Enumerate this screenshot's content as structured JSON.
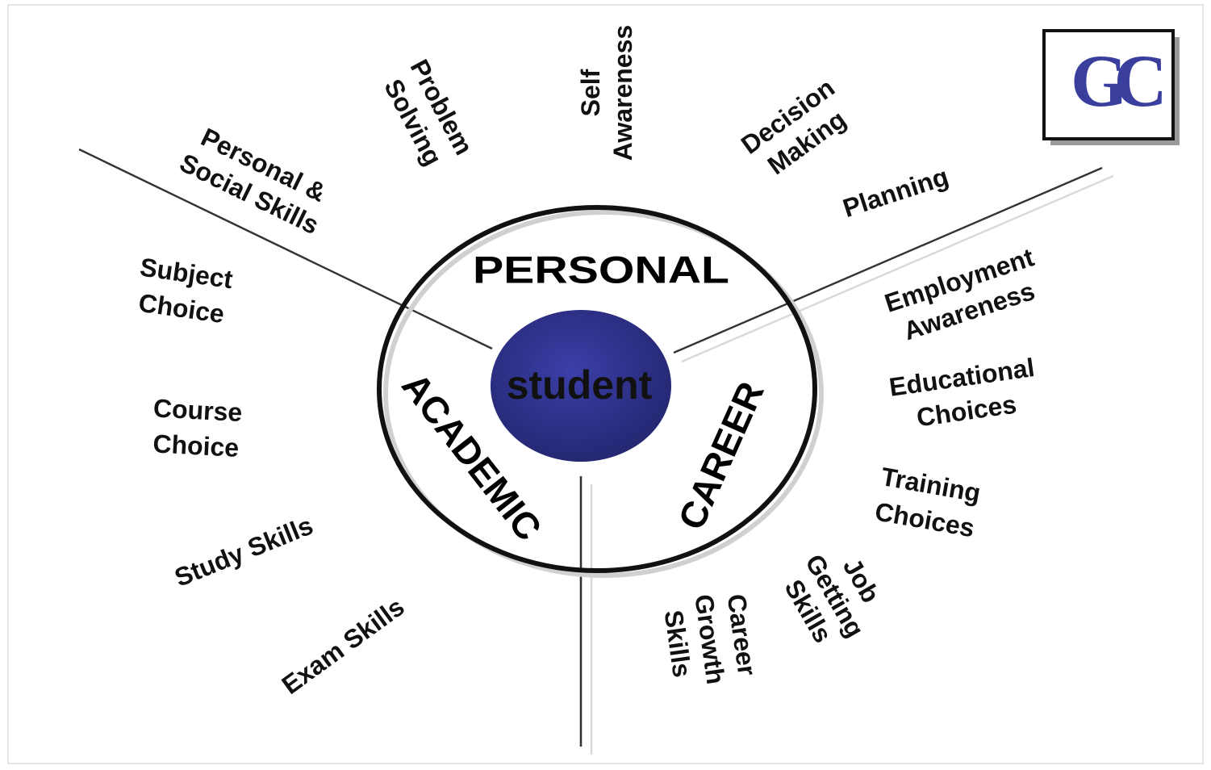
{
  "center": {
    "label": "student",
    "fill": "#2e3191"
  },
  "areas": {
    "personal": "PERSONAL",
    "academic": "ACADEMIC",
    "career": "CAREER"
  },
  "logo": {
    "letters": "GC",
    "color": "#3a3f9e"
  },
  "personal_items": [
    {
      "lines": [
        "Personal &",
        "Social Skills"
      ]
    },
    {
      "lines": [
        "Problem",
        "Solving"
      ]
    },
    {
      "lines": [
        "Self",
        "Awareness"
      ]
    },
    {
      "lines": [
        "Decision",
        "Making"
      ]
    },
    {
      "lines": [
        "Planning"
      ]
    }
  ],
  "academic_items": [
    {
      "lines": [
        "Subject",
        "Choice"
      ]
    },
    {
      "lines": [
        "Course",
        "Choice"
      ]
    },
    {
      "lines": [
        "Study Skills"
      ]
    },
    {
      "lines": [
        "Exam Skills"
      ]
    }
  ],
  "career_items": [
    {
      "lines": [
        "Employment",
        "Awareness"
      ]
    },
    {
      "lines": [
        "Educational",
        "Choices"
      ]
    },
    {
      "lines": [
        "Training",
        "Choices"
      ]
    },
    {
      "lines": [
        "Job",
        "Getting",
        "Skills"
      ]
    },
    {
      "lines": [
        "Career",
        "Growth",
        "Skills"
      ]
    }
  ]
}
